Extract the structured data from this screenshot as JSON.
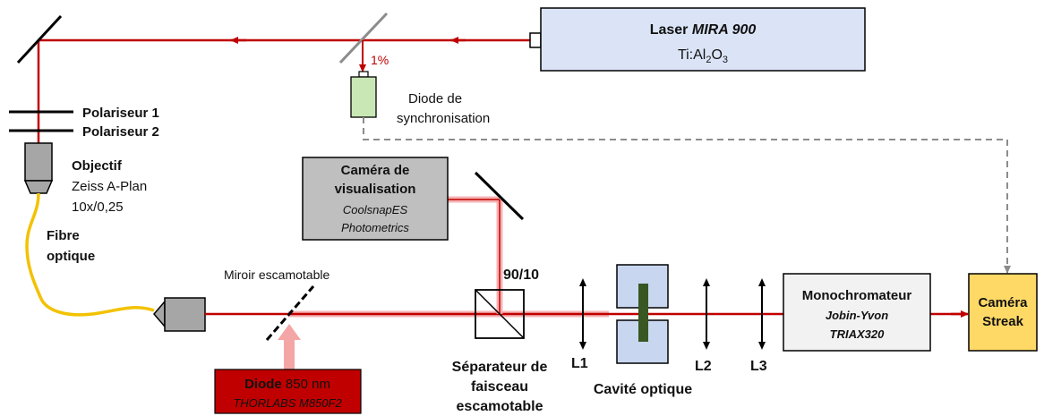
{
  "laser": {
    "name": "Laser",
    "model": "MIRA 900",
    "material_main": "Ti:Al",
    "sub1": "2",
    "mid": "O",
    "sub2": "3"
  },
  "tap_label": "1%",
  "sync_diode": {
    "line1": "Diode de",
    "line2": "synchronisation"
  },
  "polarizers": [
    "Polariseur 1",
    "Polariseur 2"
  ],
  "objective": {
    "title": "Objectif",
    "line1": "Zeiss A-Plan",
    "line2": "10x/0,25"
  },
  "fiber": {
    "line1": "Fibre",
    "line2": "optique"
  },
  "camera_vis": {
    "line1": "Caméra de",
    "line2": "visualisation",
    "line3": "CoolsnapES",
    "line4": "Photometrics"
  },
  "mirror_flip": "Miroir escamotable",
  "split_ratio": "90/10",
  "diode": {
    "name": "Diode",
    "wavelength": " 850 nm",
    "model": "THORLABS M850F2"
  },
  "splitter": {
    "line1": "Séparateur de",
    "line2": "faisceau",
    "line3": "escamotable"
  },
  "lenses": [
    "L1",
    "L2",
    "L3"
  ],
  "cavity": "Cavité optique",
  "monochromator": {
    "title": "Monochromateur",
    "line1": "Jobin-Yvon",
    "line2": "TRIAX320"
  },
  "streak": {
    "line1": "Caméra",
    "line2": "Streak"
  },
  "colors": {
    "beam": "#c00000",
    "beam_light": "#f4a6a6",
    "fiber": "#f2c200",
    "laser_box": "#dbe4f7",
    "sync_diode": "#c9e7b5",
    "camera_box": "#bfbfbf",
    "diode_box": "#c00000",
    "cavity": "#c8d6f0",
    "cavity_sample": "#385723",
    "mono_box": "#f2f2f2",
    "streak_box": "#ffd966",
    "dashed": "#8c8c8c",
    "objective": "#a6a6a6"
  }
}
